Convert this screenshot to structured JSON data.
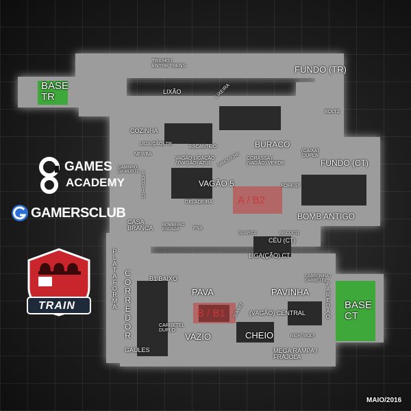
{
  "map": {
    "callouts": {
      "trilho": "TRILHO /\nENTRE TRENS",
      "fundo_tr": "FUNDO (TR)",
      "base_tr": "BASE\nTR",
      "lixao": "LIXÃO",
      "lixeira": "LIXEIRA",
      "boltz": "BOLTZ",
      "cozinha": "COZINHA",
      "liga_tr": "LIGA(ÇÃO) TR",
      "escanteio": "ESCANTEIO",
      "buraco": "BURACO",
      "caixa_dupla": "(CAIXA)\nDUPLA",
      "fundo_ct": "FUNDO (CT)",
      "newba": "NEWBA",
      "vagao_ligacao": "VAGÃO LIGAÇÃO\n/ (VAGÃO) AZUL",
      "sanduiche": "SANDUÍCHE",
      "corassa": "CORASSA /\n(VAGÃO) VERDE",
      "caminho_da_morte": "CAMINHO\nDA MORTE",
      "banheiro": "BANHEIRO",
      "vagao5": "VAGÃO 5",
      "forest": "FOREST",
      "geladeira": "GELADEIRA",
      "casa_branca": "CASA\nBRANCA",
      "bombeiro": "BOMBEIRO\nESCADA",
      "fnx": "FNX",
      "bomb_antigo": "BOMB ANTIGO",
      "guarita": "GUARITA",
      "biscoito": "BISCOITO",
      "ceu_ct": "CÉU (CT)",
      "liga_ct": "LIGA(ÇÃO) CT",
      "plataforma": "PLATAFORMA",
      "corredor": "CORREDOR",
      "b1_baixo": "B1 BAIXO",
      "cabecinha": "CABECINHA /\nCARRETEL",
      "pava": "PAVA",
      "pavinha": "PAVINHA",
      "paredao": "PAREDÃO",
      "base_ct": "BASE\nCT",
      "summit": "SUMMIT",
      "vagao_central": "(VAGÃO) CENTRAL",
      "carretel_duplo": "CARRETEL\nDUPLO",
      "vazio": "VAZIO",
      "cheio": "CHEIO",
      "nightwolf": "NIGHTWOLF",
      "gaules": "GAULES",
      "mega_rampa": "MEGA RAMPA /\nFRAJOLA"
    },
    "bombsites": {
      "a": "A / B2",
      "b": "B / B1"
    },
    "date": "MAIO/2016"
  },
  "branding": {
    "games_academy_line1": "GAMES",
    "games_academy_line2": "ACADEMY",
    "gamersclub": "GAMERSCLUB",
    "map_badge": "TRAIN"
  },
  "colors": {
    "floor": "#9c9c9c",
    "spawn": "#3ea83a",
    "bombsite": "#c43a3a",
    "background": "#1a1a1a",
    "badge_red": "#c8262c"
  }
}
